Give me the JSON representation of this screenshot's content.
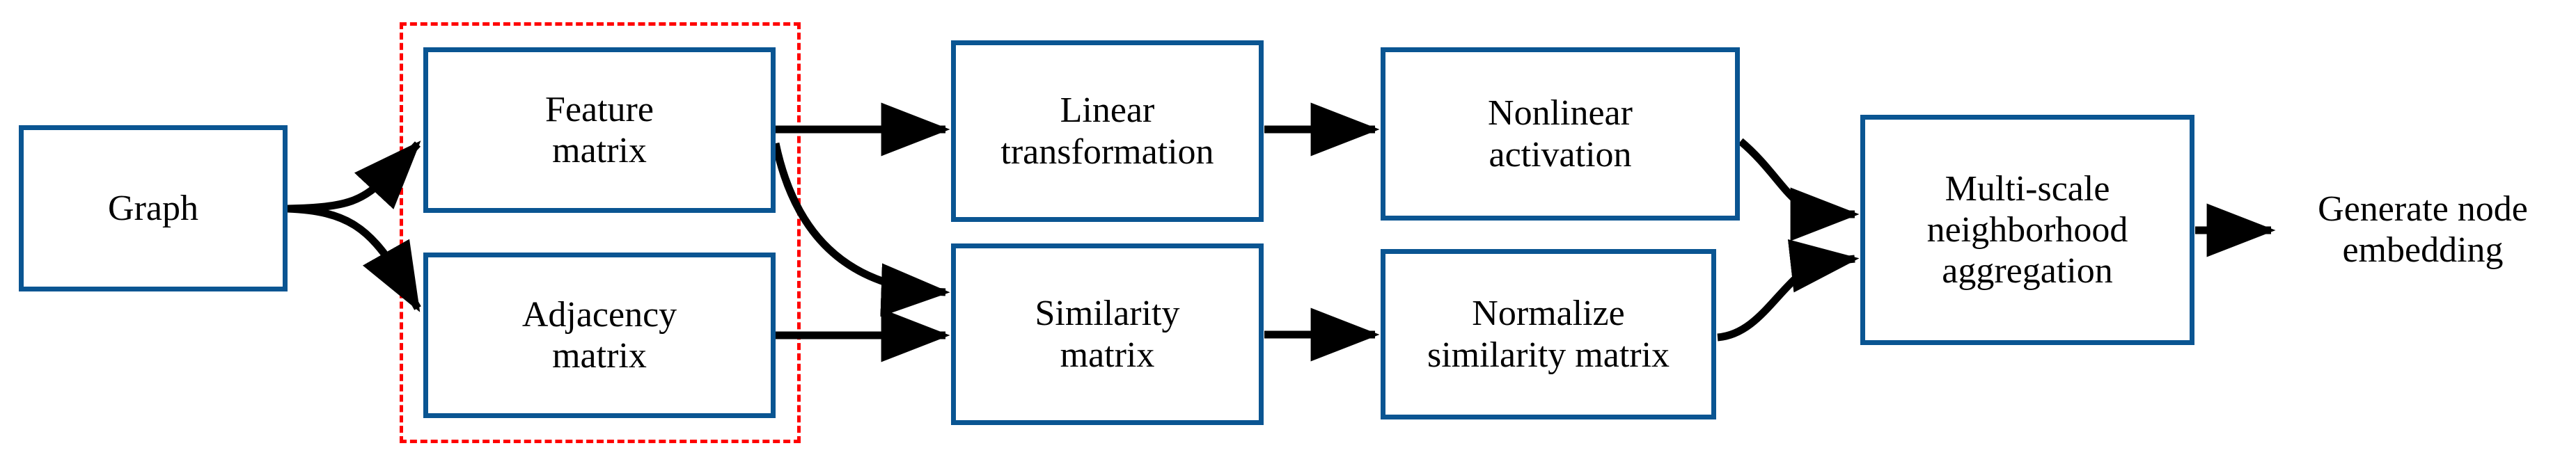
{
  "diagram": {
    "title": "Graph neural network node embedding pipeline",
    "background_color": "#ffffff",
    "box_border_color": "#0a5592",
    "group_border_color": "#ff0000",
    "arrow_color": "#000000",
    "text_color": "#000000"
  },
  "nodes": {
    "graph": {
      "label": "Graph"
    },
    "feature_matrix": {
      "label": "Feature\nmatrix"
    },
    "adjacency_matrix": {
      "label": "Adjacency\nmatrix"
    },
    "linear_transformation": {
      "label": "Linear\ntransformation"
    },
    "similarity_matrix": {
      "label": "Similarity\nmatrix"
    },
    "nonlinear_activation": {
      "label": "Nonlinear\nactivation"
    },
    "normalize_similarity_matrix": {
      "label": "Normalize\nsimilarity matrix"
    },
    "multiscale_aggregation": {
      "label": "Multi-scale\nneighborhood\naggregation"
    },
    "generate_node_embedding": {
      "label": "Generate node\nembedding"
    }
  },
  "groups": {
    "input_matrices": {
      "label": "",
      "style": "dashed",
      "color": "#ff0000",
      "members": [
        "feature_matrix",
        "adjacency_matrix"
      ]
    }
  },
  "edges": [
    {
      "from": "graph",
      "to": "feature_matrix",
      "style": "curved",
      "arrowhead": true
    },
    {
      "from": "graph",
      "to": "adjacency_matrix",
      "style": "curved",
      "arrowhead": true
    },
    {
      "from": "feature_matrix",
      "to": "linear_transformation",
      "style": "straight",
      "arrowhead": true
    },
    {
      "from": "feature_matrix",
      "to": "similarity_matrix",
      "style": "curved",
      "arrowhead": true
    },
    {
      "from": "adjacency_matrix",
      "to": "similarity_matrix",
      "style": "straight",
      "arrowhead": true
    },
    {
      "from": "linear_transformation",
      "to": "nonlinear_activation",
      "style": "straight",
      "arrowhead": true
    },
    {
      "from": "similarity_matrix",
      "to": "normalize_similarity_matrix",
      "style": "straight",
      "arrowhead": true
    },
    {
      "from": "nonlinear_activation",
      "to": "multiscale_aggregation",
      "style": "curved",
      "arrowhead": true
    },
    {
      "from": "normalize_similarity_matrix",
      "to": "multiscale_aggregation",
      "style": "curved",
      "arrowhead": true
    },
    {
      "from": "multiscale_aggregation",
      "to": "generate_node_embedding",
      "style": "straight",
      "arrowhead": true
    }
  ]
}
